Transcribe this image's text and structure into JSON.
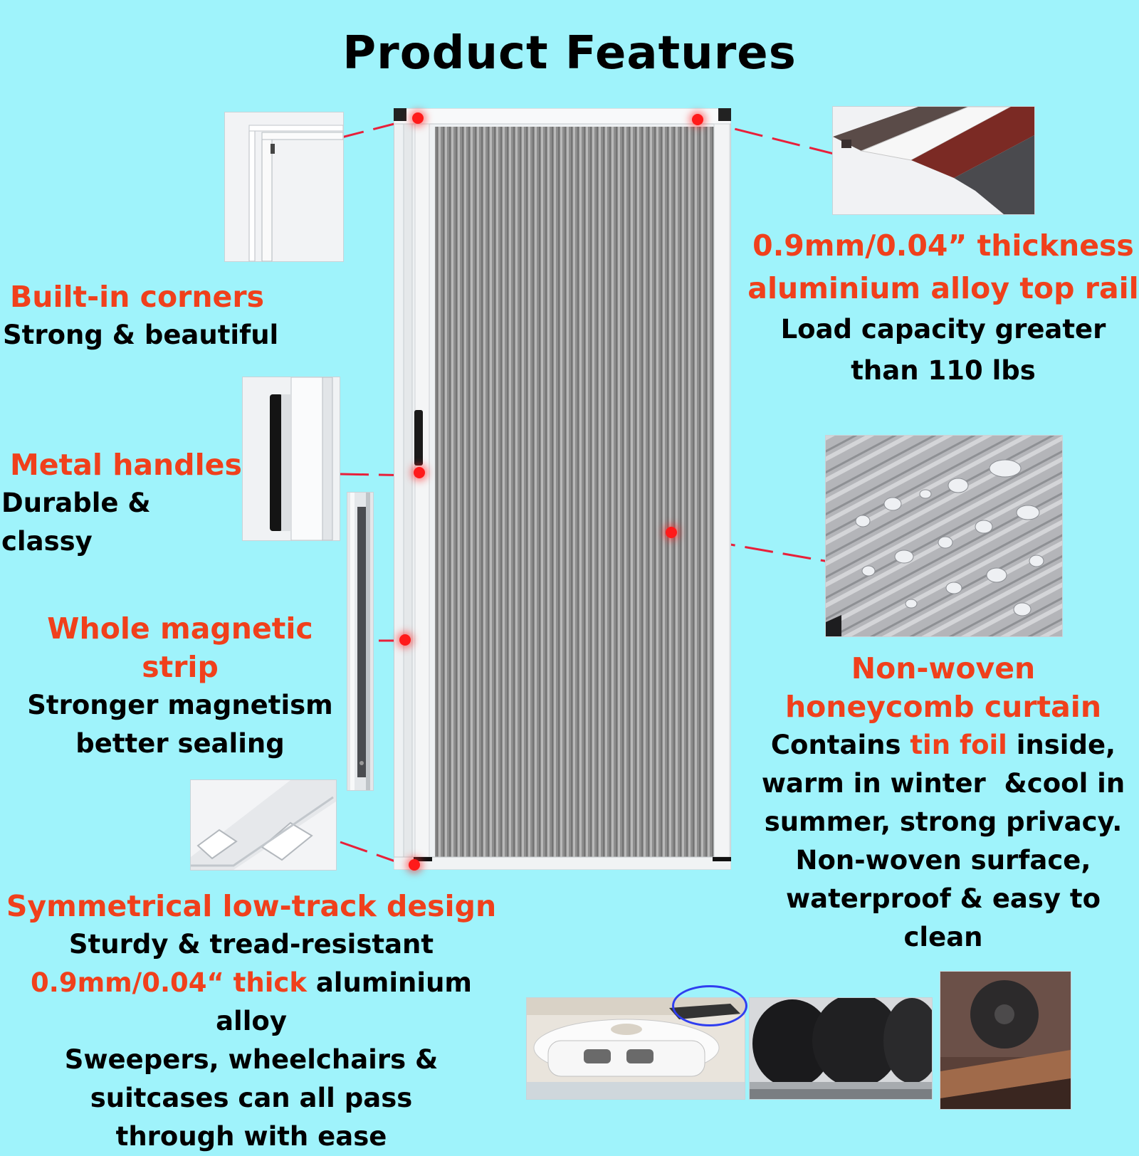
{
  "title": "Product Features",
  "features": {
    "corners": {
      "heading": "Built-in corners",
      "sub": "Strong & beautiful"
    },
    "handles": {
      "heading": "Metal handles",
      "sub": "Durable & classy"
    },
    "magnetic": {
      "heading": "Whole magnetic strip",
      "sub1": "Stronger magnetism",
      "sub2": "better sealing"
    },
    "track": {
      "heading": "Symmetrical low-track design",
      "line1": "Sturdy & tread-resistant",
      "line2_red": "0.9mm/0.04“ thick",
      "line2_black": " aluminium alloy",
      "line3": "Sweepers, wheelchairs &",
      "line4": "suitcases can all pass",
      "line5": "through with ease"
    },
    "top_rail": {
      "heading1": "0.9mm/0.04” thickness",
      "heading2": "aluminium alloy top rail",
      "sub1": "Load capacity greater",
      "sub2": "than 110 lbs"
    },
    "curtain": {
      "heading1": "Non-woven",
      "heading2": "honeycomb curtain",
      "line1_a": "Contains ",
      "line1_red": "tin foil",
      "line1_b": " inside,",
      "line2": "warm in winter  &cool in",
      "line3": "summer, strong privacy.",
      "line4": "Non-woven surface,",
      "line5": "waterproof & easy to clean"
    }
  },
  "colors": {
    "background": "#9ff3fb",
    "accent_red": "#f0401c",
    "marker": "#ff1a1a"
  }
}
